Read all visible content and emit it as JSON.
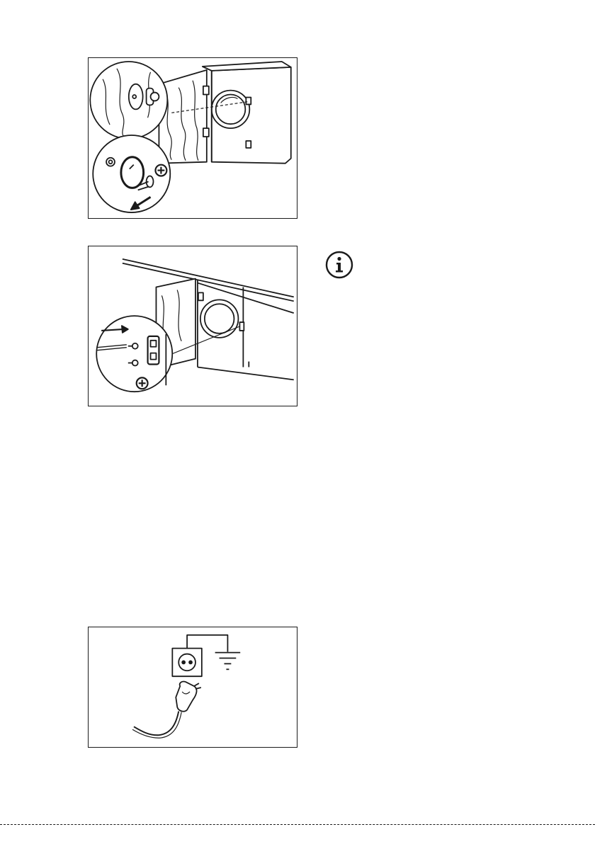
{
  "document": {
    "figures": [
      {
        "id": "door-fitting",
        "icon": "plus-screw-icon"
      },
      {
        "id": "magnet-fitting",
        "icon": "plus-screw-icon"
      },
      {
        "id": "earthed-socket",
        "icon": "socket-icon"
      }
    ],
    "info_icon": "info-icon",
    "colors": {
      "line": "#1a1a1a",
      "background": "#ffffff"
    }
  }
}
